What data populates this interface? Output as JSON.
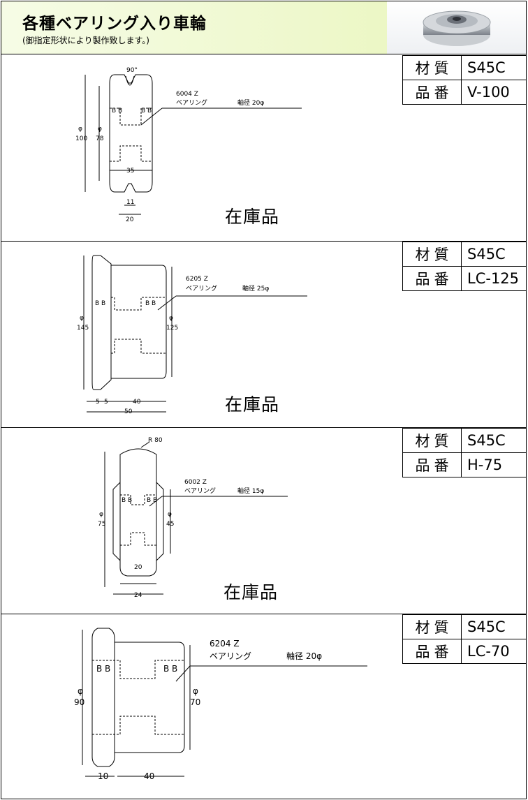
{
  "header": {
    "title": "各種ベアリング入り車輪",
    "subtitle": "(御指定形状により製作致します。)"
  },
  "products": [
    {
      "material_label": "材質",
      "material": "S45C",
      "part_label": "品番",
      "part": "V-100",
      "stock": "在庫品",
      "bearing": "6004 Z",
      "bearing_label": "ベアリング",
      "shaft": "軸径 20φ",
      "dims": {
        "angle": "90°",
        "outer": "100",
        "inner": "78",
        "width": "35",
        "groove": "11",
        "hub": "20"
      }
    },
    {
      "material_label": "材質",
      "material": "S45C",
      "part_label": "品番",
      "part": "LC-125",
      "stock": "在庫品",
      "bearing": "6205 Z",
      "bearing_label": "ベアリング",
      "shaft": "軸径 25φ",
      "dims": {
        "outer": "145",
        "inner": "125",
        "flange_a": "5",
        "flange_b": "5",
        "body": "40",
        "total": "50"
      }
    },
    {
      "material_label": "材質",
      "material": "S45C",
      "part_label": "品番",
      "part": "H-75",
      "stock": "在庫品",
      "bearing": "6002 Z",
      "bearing_label": "ベアリング",
      "shaft": "軸径 15φ",
      "dims": {
        "radius": "R 80",
        "outer": "75",
        "inner": "45",
        "width": "20",
        "total": "24"
      }
    },
    {
      "material_label": "材質",
      "material": "S45C",
      "part_label": "品番",
      "part": "LC-70",
      "stock": "",
      "bearing": "6204 Z",
      "bearing_label": "ベアリング",
      "shaft": "軸径 20φ",
      "dims": {
        "outer": "90",
        "inner": "70",
        "flange": "10",
        "body": "40"
      }
    }
  ],
  "common": {
    "bb": "B B",
    "phi": "φ"
  }
}
